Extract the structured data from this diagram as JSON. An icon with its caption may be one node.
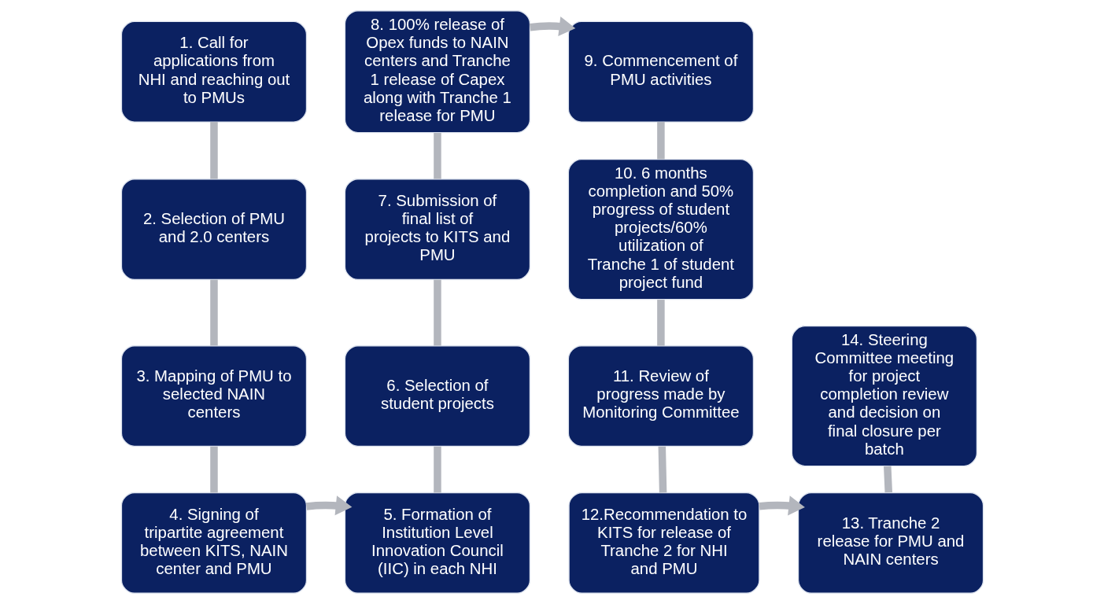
{
  "diagram": {
    "nodes": [
      {
        "text": [
          "1. Call for applications from NHI and reaching out to PMUs"
        ]
      },
      {
        "text": [
          "2. Selection of PMU and 2.0 centers"
        ]
      },
      {
        "text": [
          "3. Mapping of PMU to selected NAIN centers"
        ]
      },
      {
        "text": [
          "4. Signing of tripartite agreement between KITS, NAIN center and PMU"
        ]
      },
      {
        "text": [
          "5. Formation of Institution Level Innovation Council (IIC) in each NHI"
        ]
      },
      {
        "text": [
          "6. Selection of student projects"
        ]
      },
      {
        "text": [
          "7. Submission of final list of projects to KITS and PMU"
        ]
      },
      {
        "text": [
          "8. 100% release of Opex funds to NAIN centers and Tranche 1 release of Capex along with Tranche 1 release for PMU"
        ]
      },
      {
        "text": [
          "9. Commencement of PMU activities"
        ]
      },
      {
        "text": [
          "10. 6 months completion and 50% progress of student projects/60% utilization of Tranche 1 of student project fund"
        ]
      },
      {
        "text": [
          "11. Review of progress made by Monitoring Committee"
        ]
      },
      {
        "text": [
          "12.Recommendation to KITS for release of Tranche 2 for NHI and PMU"
        ]
      },
      {
        "text": [
          "13. Tranche 2 release for PMU and NAIN centers"
        ]
      },
      {
        "text": [
          "14. Steering Committee meeting for project completion review and decision on final closure per batch"
        ]
      }
    ],
    "edges": [
      {
        "from": 0,
        "to": 1,
        "arrow": "none"
      },
      {
        "from": 1,
        "to": 2,
        "arrow": "none"
      },
      {
        "from": 2,
        "to": 3,
        "arrow": "none"
      },
      {
        "from": 3,
        "to": 4,
        "arrow": "to"
      },
      {
        "from": 4,
        "to": 5,
        "arrow": "none"
      },
      {
        "from": 5,
        "to": 6,
        "arrow": "none"
      },
      {
        "from": 6,
        "to": 7,
        "arrow": "none"
      },
      {
        "from": 7,
        "to": 8,
        "arrow": "to"
      },
      {
        "from": 8,
        "to": 9,
        "arrow": "none"
      },
      {
        "from": 9,
        "to": 10,
        "arrow": "none"
      },
      {
        "from": 10,
        "to": 11,
        "arrow": "none"
      },
      {
        "from": 11,
        "to": 12,
        "arrow": "to"
      },
      {
        "from": 12,
        "to": 13,
        "arrow": "none"
      }
    ]
  }
}
